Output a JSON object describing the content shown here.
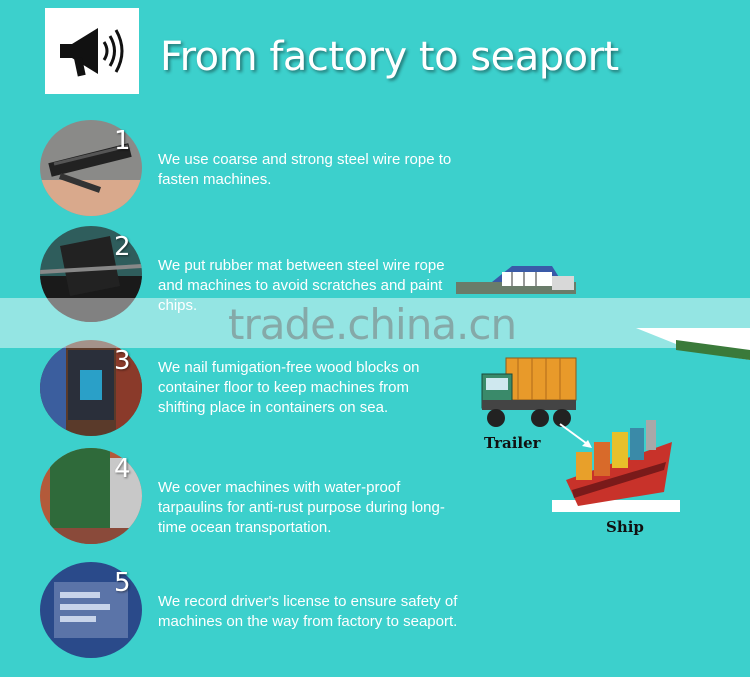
{
  "header": {
    "title": "From factory to seaport",
    "icon": "megaphone-icon"
  },
  "steps": [
    {
      "number": "1",
      "text": "We use coarse and strong steel wire rope to fasten machines."
    },
    {
      "number": "2",
      "text": "We put rubber mat between steel wire rope and machines to avoid scratches and paint chips."
    },
    {
      "number": "3",
      "text": "We nail fumigation-free wood blocks on container floor to keep machines from shifting place in containers on sea."
    },
    {
      "number": "4",
      "text": "We cover machines with water-proof tarpaulins for anti-rust purpose during long-time ocean transportation."
    },
    {
      "number": "5",
      "text": "We record driver's license to ensure safety of machines on the way from factory to seaport."
    }
  ],
  "illustration": {
    "trailer_label": "Trailer",
    "ship_label": "Ship"
  },
  "watermark": "trade.china.cn"
}
